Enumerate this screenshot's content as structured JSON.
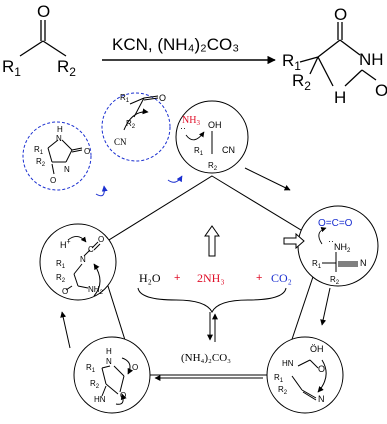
{
  "header": {
    "reagents": "KCN, (NH₄)₂CO₃",
    "reactant": {
      "r1": "R",
      "r1_sub": "1",
      "r2": "R",
      "r2_sub": "2",
      "o": "O"
    },
    "product": {
      "r1": "R",
      "r1_sub": "1",
      "r2": "R",
      "r2_sub": "2",
      "o_top": "O",
      "o_right": "O",
      "nh": "NH",
      "h": "H"
    }
  },
  "cycle": {
    "equation": {
      "h2o": "H₂O",
      "plus1": "+",
      "nh3": "2NH₃",
      "plus2": "+",
      "co2": "CO₂"
    },
    "carbonate": "(NH₄)₂CO₃"
  },
  "colors": {
    "black": "#000000",
    "red": "#e0102a",
    "blue": "#1a2fd0"
  }
}
